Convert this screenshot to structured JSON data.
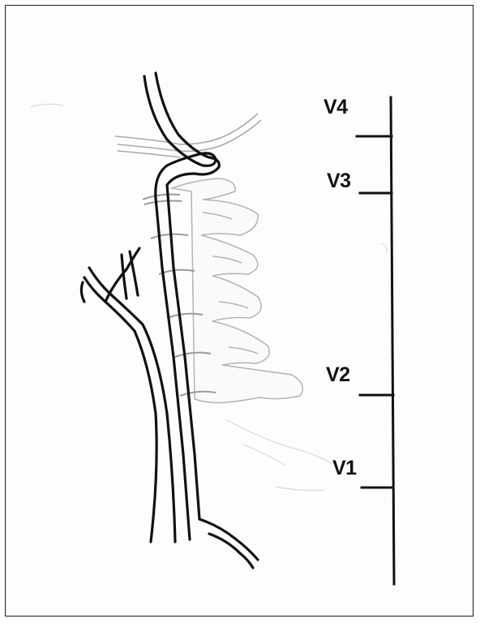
{
  "figure": {
    "segment_labels": [
      "V4",
      "V3",
      "V2",
      "V1"
    ]
  },
  "colors": {
    "ink": "#111111",
    "faint_ink": "#b8b8b8",
    "frame": "#1a1a1a",
    "background": "#ffffff"
  }
}
